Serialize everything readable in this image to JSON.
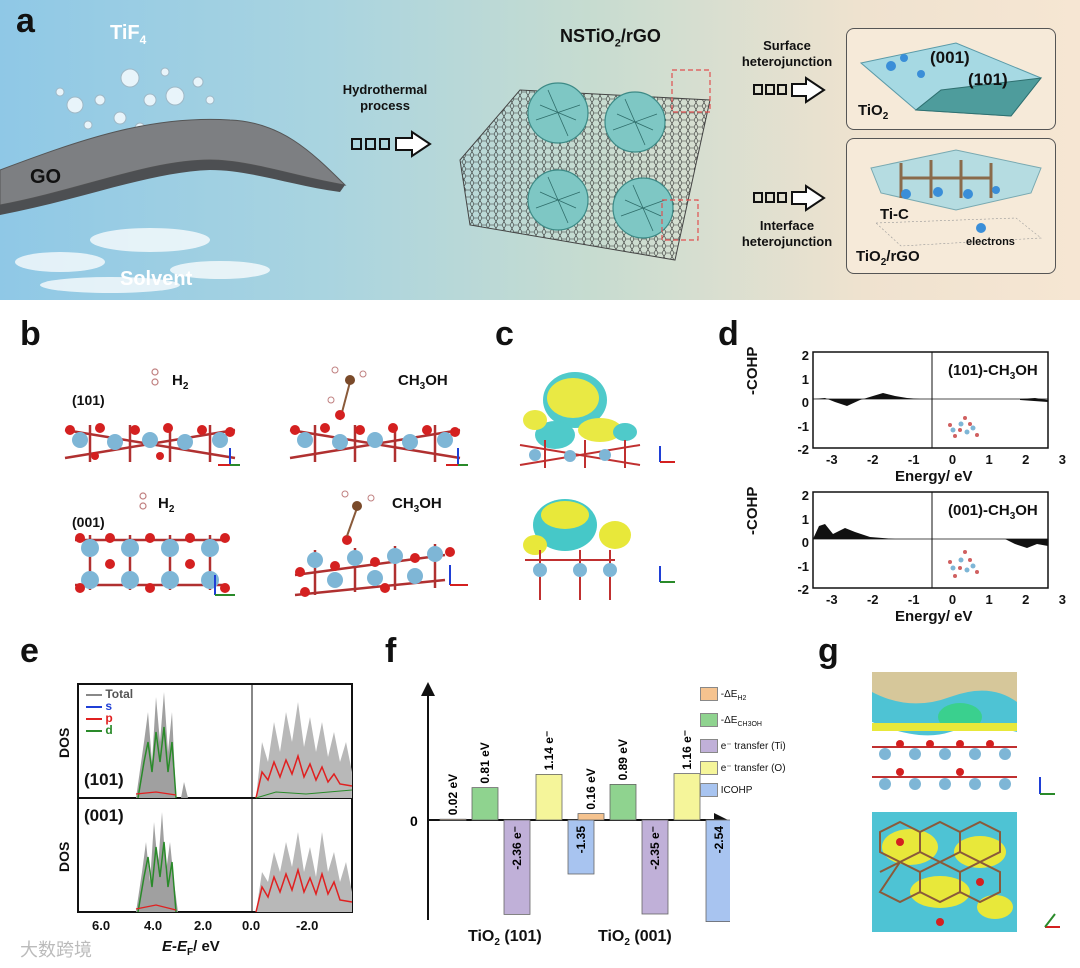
{
  "panel_a": {
    "letter": "a",
    "tif4": "TiF",
    "tif4_sub": "4",
    "go": "GO",
    "solvent": "Solvent",
    "process": "Hydrothermal process",
    "product": "NSTiO",
    "product_sub": "2",
    "product_tail": "/rGO",
    "surface": "Surface heterojunction",
    "interface": "Interface heterojunction",
    "facet_001": "(001)",
    "facet_101": "(101)",
    "tio2": "TiO",
    "tio2_sub": "2",
    "tic": "Ti-C",
    "electrons": "electrons",
    "tio2rgo": "TiO",
    "tio2rgo_sub": "2",
    "tio2rgo_tail": "/rGO"
  },
  "panel_b": {
    "letter": "b",
    "s101": "(101)",
    "s001": "(001)",
    "h2": "H",
    "h2_sub": "2",
    "ch3oh_a": "CH",
    "ch3oh_sub": "3",
    "ch3oh_b": "OH"
  },
  "panel_c": {
    "letter": "c"
  },
  "panel_d": {
    "letter": "d",
    "ylabel": "-COHP",
    "xlabel": "Energy/ eV",
    "top_title": "(101)-CH",
    "top_sub": "3",
    "top_tail": "OH",
    "bot_title": "(001)-CH",
    "bot_sub": "3",
    "bot_tail": "OH",
    "yticks": [
      "2",
      "1",
      "0",
      "-1",
      "-2"
    ],
    "xticks": [
      "-3",
      "-2",
      "-1",
      "0",
      "1",
      "2",
      "3"
    ]
  },
  "panel_e": {
    "letter": "e",
    "ylabel": "DOS",
    "xlabel_a": "E",
    "xlabel_b": "-E",
    "xlabel_sub": "F",
    "xlabel_c": "/ eV",
    "legend": [
      "Total",
      "s",
      "p",
      "d"
    ],
    "legend_colors": [
      "#888888",
      "#1f3fd6",
      "#e02020",
      "#2a8a2a"
    ],
    "top_label": "(101)",
    "bot_label": "(001)",
    "xticks": [
      "6.0",
      "4.0",
      "2.0",
      "0.0",
      "-2.0"
    ]
  },
  "panel_f": {
    "letter": "f",
    "zero": "0",
    "legend": [
      "-ΔE",
      "-ΔE",
      "e⁻ transfer (Ti)",
      "e⁻ transfer (O)",
      "ICOHP"
    ],
    "legend_subs": [
      "H2",
      "CH3OH",
      "",
      "",
      ""
    ],
    "legend_colors": [
      "#f5c38f",
      "#8fd38f",
      "#c0b0d8",
      "#f5f59a",
      "#a8c4f0"
    ],
    "group1": "TiO",
    "group1_sub": "2",
    "group1_tail": " (101)",
    "group2": "TiO",
    "group2_sub": "2",
    "group2_tail": " (001)"
  },
  "chart_data": {
    "type": "bar",
    "categories": [
      "TiO2 (101)",
      "TiO2 (001)"
    ],
    "series": [
      {
        "name": "-ΔE H2",
        "values": [
          0.02,
          0.16
        ],
        "labels": [
          "0.02 eV",
          "0.16 eV"
        ]
      },
      {
        "name": "-ΔE CH3OH",
        "values": [
          0.81,
          0.89
        ],
        "labels": [
          "0.81 eV",
          "0.89 eV"
        ]
      },
      {
        "name": "e⁻ transfer (Ti)",
        "values": [
          -2.36,
          -2.35
        ],
        "labels": [
          "-2.36 e⁻",
          "-2.35 e⁻"
        ]
      },
      {
        "name": "e⁻ transfer (O)",
        "values": [
          1.14,
          1.16
        ],
        "labels": [
          "1.14 e⁻",
          "1.16 e⁻"
        ]
      },
      {
        "name": "ICOHP",
        "values": [
          -1.35,
          -2.54
        ],
        "labels": [
          "-1.35",
          "-2.54"
        ]
      }
    ],
    "colors": [
      "#f5c38f",
      "#8fd38f",
      "#c0b0d8",
      "#f5f59a",
      "#a8c4f0"
    ]
  },
  "panel_g": {
    "letter": "g"
  },
  "watermark": "大数跨境"
}
